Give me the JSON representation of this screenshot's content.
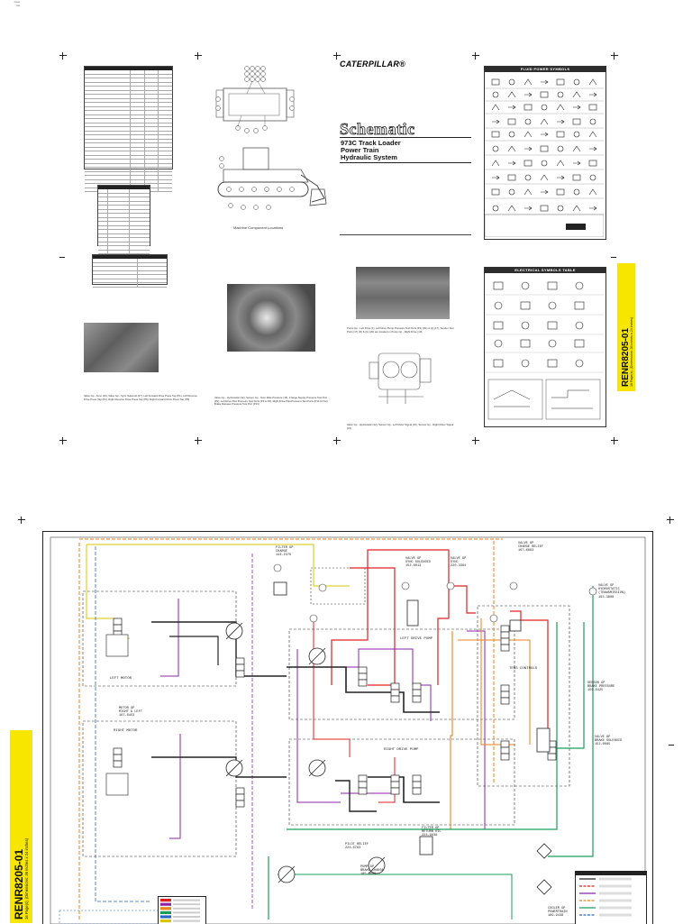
{
  "header": {
    "brand": "CATERPILLAR®",
    "title": "Schematic",
    "subtitle_lines": [
      "973C Track Loader",
      "Power Train",
      "Hydraulic System"
    ]
  },
  "panels": {
    "machine_caption": "Machine Component Locations",
    "fluid_symbols_title": "FLUID POWER SYMBOLS",
    "electrical_symbols_title": "ELECTRICAL SYMBOLS TABLE",
    "caption_mid": "Valve Gp - Hydrostatic (22), Sensor Gp - Over Ride Pressure (16), Charge Supply Pressure Test Port (P2), Left Drive Pilot Pressure Test Ports (P3 & P4), Right Drive Pilot Pressure Test Ports (P11 & P12), Brake Release Pressure Test Port (P13)",
    "caption_left": "Valve Gp - Sync (23), Valve Gp - Sync Solenoid (27), Left Forward Drive Press Tap (P1), Left Reverse Drive Press Tap (P2), Right Reverse Drive Press Tap (P5), Right Forward Drive Press Tap (P6)",
    "caption_right_top": "Pump Gp - Left Drive (1), Left Drive Pump Pressure Test Ports (P1) (R1) & (2) (17), Sender Test Ports (17) (R) & (G) (20) are located on Pump Gp - Right Drive (10).",
    "caption_right_bottom": "Valve Gp - Hydrostatic (22), Sensor Gp - Left Motor Signal (16), Sensor Gp - Right Motor Signal (15)."
  },
  "banners": {
    "doc_number": "RENR8205-01",
    "doc_pages": "16 Page(s), (Dimensions: 36 inches x 24 inches)"
  },
  "schematic": {
    "labels": {
      "left_motor": "LEFT MOTOR",
      "right_motor": "RIGHT MOTOR",
      "left_drive_pump": "LEFT DRIVE PUMP",
      "right_drive_pump": "RIGHT DRIVE PUMP",
      "tens_controls": "TENS CONTROLS",
      "motor_gp": "MOTOR GP\nRIGHT & LEFT\n167-6453",
      "valve_charge_relief": "VALVE GP\nCHARGE RELIEF\n167-6663",
      "valve_sync_solenoid": "VALVE GP\nSYNC SOLENOID\n152-6013",
      "valve_sync": "VALVE GP\nSYNC\n220-3364",
      "filter_charge": "FILTER GP\nCHARGE\n144-2375",
      "filter_return": "FILTER GP\nRETURN OIL\n223-9938",
      "cooler_powertrain": "COOLER GP\nPOWERTRAIN\n189-9438",
      "pump_brake_charge": "PUMP GP\nBRAKE CHARGE\n185-9688",
      "valve_brake_solenoid": "VALVE GP\nBRAKE SOLENOID\n152-6085",
      "sensor_brake_pressure": "SENSOR GP\nBRAKE PRESSURE\n159-0425",
      "valve_hydrostatic": "VALVE GP\nHYDROSTATIC\n(TRANSMISSION)\n193-3808",
      "pilot_relief": "PILOT RELIEF\n224-6793"
    },
    "line_colors": {
      "supply": "#e02020",
      "pilot": "#8e24aa",
      "charge": "#e8821c",
      "return": "#1b9d5a",
      "signal": "#2c66c4",
      "brake": "#d9c400",
      "case_drain": "#222222"
    }
  }
}
